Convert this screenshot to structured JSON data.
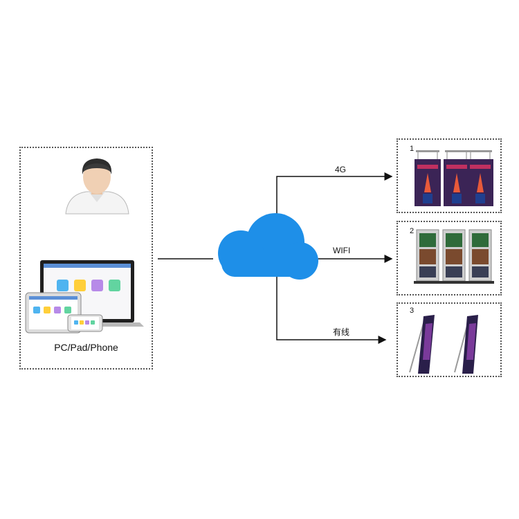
{
  "client": {
    "label": "PC/Pad/Phone"
  },
  "links": [
    {
      "label": "4G"
    },
    {
      "label": "WIFI"
    },
    {
      "label": "有线"
    }
  ],
  "screens": [
    {
      "number": "1"
    },
    {
      "number": "2"
    },
    {
      "number": "3"
    }
  ],
  "colors": {
    "cloud": "#1e8fe8",
    "line": "#111111",
    "border": "#555555"
  }
}
